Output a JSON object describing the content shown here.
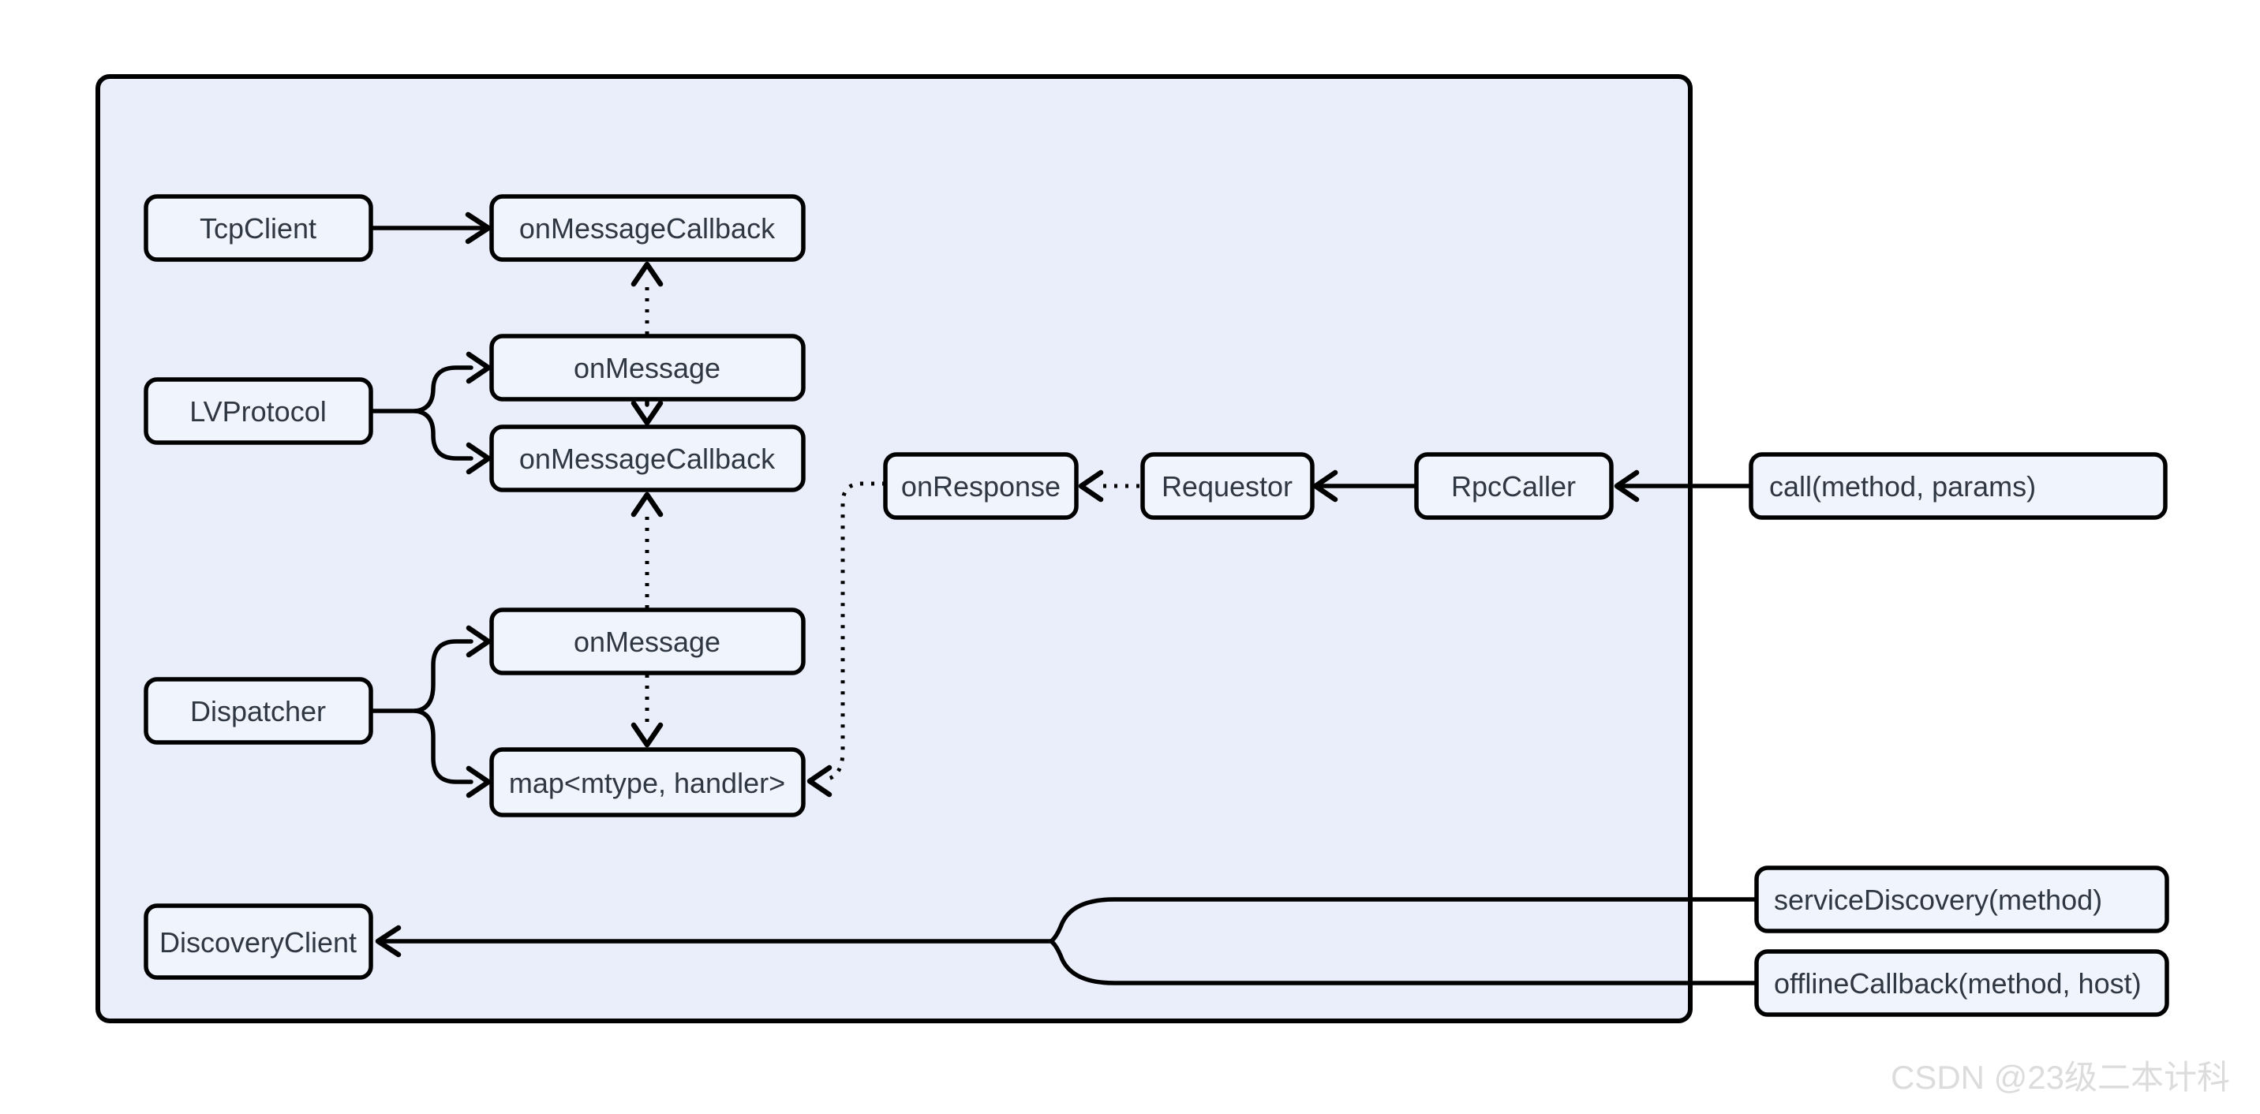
{
  "diagram": {
    "nodes": {
      "tcpClient": {
        "label": "TcpClient"
      },
      "onMessageCallbackTop": {
        "label": "onMessageCallback"
      },
      "lvProtocol": {
        "label": "LVProtocol"
      },
      "onMessageLv": {
        "label": "onMessage"
      },
      "onMessageCallback2": {
        "label": "onMessageCallback"
      },
      "onResponse": {
        "label": "onResponse"
      },
      "requestor": {
        "label": "Requestor"
      },
      "rpcCaller": {
        "label": "RpcCaller"
      },
      "call": {
        "label": "call(method, params)"
      },
      "dispatcher": {
        "label": "Dispatcher"
      },
      "onMessageDisp": {
        "label": "onMessage"
      },
      "map": {
        "label": "map<mtype, handler>"
      },
      "discoveryClient": {
        "label": "DiscoveryClient"
      },
      "serviceDiscovery": {
        "label": "serviceDiscovery(method)"
      },
      "offlineCallback": {
        "label": "offlineCallback(method, host)"
      }
    },
    "edges": [
      {
        "from": "TcpClient",
        "to": "onMessageCallback (top)",
        "style": "solid"
      },
      {
        "from": "onMessage (LVProtocol)",
        "to": "onMessageCallback (top)",
        "style": "dotted"
      },
      {
        "from": "LVProtocol",
        "to": "onMessage (LVProtocol)",
        "style": "solid-branch"
      },
      {
        "from": "LVProtocol",
        "to": "onMessageCallback (2)",
        "style": "solid-branch"
      },
      {
        "from": "onMessage (LVProtocol)",
        "to": "onMessageCallback (2)",
        "style": "solid"
      },
      {
        "from": "onMessage (Dispatcher)",
        "to": "onMessageCallback (2)",
        "style": "dotted"
      },
      {
        "from": "onMessage (Dispatcher)",
        "to": "map<mtype, handler>",
        "style": "dotted"
      },
      {
        "from": "Dispatcher",
        "to": "onMessage (Dispatcher)",
        "style": "solid-branch"
      },
      {
        "from": "Dispatcher",
        "to": "map<mtype, handler>",
        "style": "solid-branch"
      },
      {
        "from": "Requestor",
        "to": "onResponse",
        "style": "dotted"
      },
      {
        "from": "RpcCaller",
        "to": "Requestor",
        "style": "solid"
      },
      {
        "from": "call(method, params)",
        "to": "RpcCaller",
        "style": "solid"
      },
      {
        "from": "onResponse",
        "to": "map<mtype, handler>",
        "style": "dotted"
      },
      {
        "from": "serviceDiscovery(method)",
        "to": "DiscoveryClient",
        "style": "solid-merge"
      },
      {
        "from": "offlineCallback(method, host)",
        "to": "DiscoveryClient",
        "style": "solid-merge"
      }
    ]
  },
  "watermark": {
    "text": "CSDN @23级二本计科"
  },
  "colors": {
    "page_background": "#ffffff",
    "container_fill": "#e9eefa",
    "node_fill": "#f0f4fd",
    "stroke": "#000000",
    "text": "#2f3742",
    "watermark": "#dcdcdc"
  }
}
